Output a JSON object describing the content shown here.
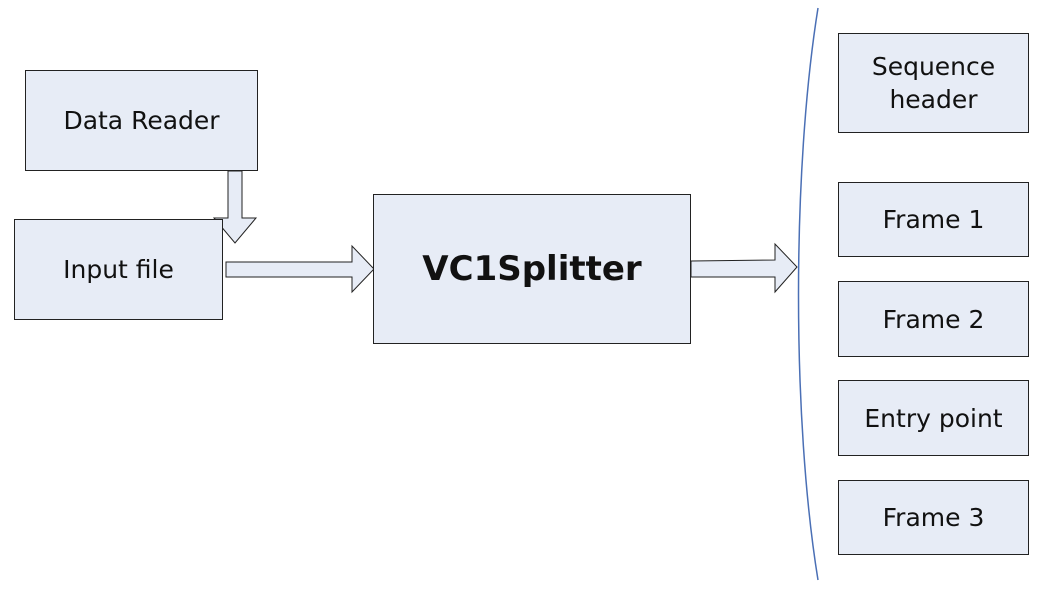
{
  "diagram": {
    "data_reader": "Data Reader",
    "input_file": "Input file",
    "splitter": "VC1Splitter",
    "outputs": {
      "sequence_header": "Sequence\nheader",
      "frame_1": "Frame 1",
      "frame_2": "Frame 2",
      "entry_point": "Entry point",
      "frame_3": "Frame 3"
    }
  },
  "colors": {
    "box_fill": "#e7ecf6",
    "box_border": "#222222",
    "bracket_line": "#4a6fb5",
    "text": "#111111"
  }
}
